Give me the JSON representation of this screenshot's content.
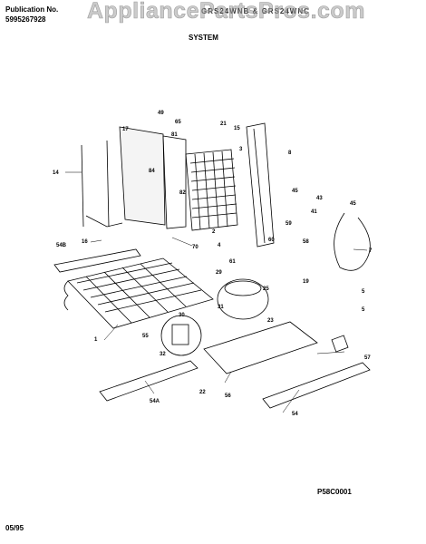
{
  "header": {
    "publication_label": "Publication No.",
    "publication_number": "5995267928",
    "model": "GRS24WNB & GRS24WNC",
    "section_title": "SYSTEM",
    "watermark": "AppliancePartsPros.com"
  },
  "footer": {
    "figure_code": "P58C0001",
    "date": "05/95"
  },
  "callouts": {
    "c49": "49",
    "c17": "17",
    "c65": "65",
    "c21": "21",
    "c15": "15",
    "c81": "81",
    "c3": "3",
    "c8": "8",
    "c14": "14",
    "c84": "84",
    "c82": "82",
    "c45a": "45",
    "c43": "43",
    "c45b": "45",
    "c41": "41",
    "c16": "16",
    "c70": "70",
    "c2": "2",
    "c4": "4",
    "c59": "59",
    "c60": "60",
    "c58": "58",
    "c7": "7",
    "c54b": "54B",
    "c61": "61",
    "c29": "29",
    "c25": "25",
    "c19": "19",
    "c5a": "5",
    "c30": "30",
    "c31": "31",
    "c5b": "5",
    "c1": "1",
    "c55": "55",
    "c23": "23",
    "c32": "32",
    "c57": "57",
    "c22": "22",
    "c56": "56",
    "c54a": "54A",
    "c54": "54"
  }
}
